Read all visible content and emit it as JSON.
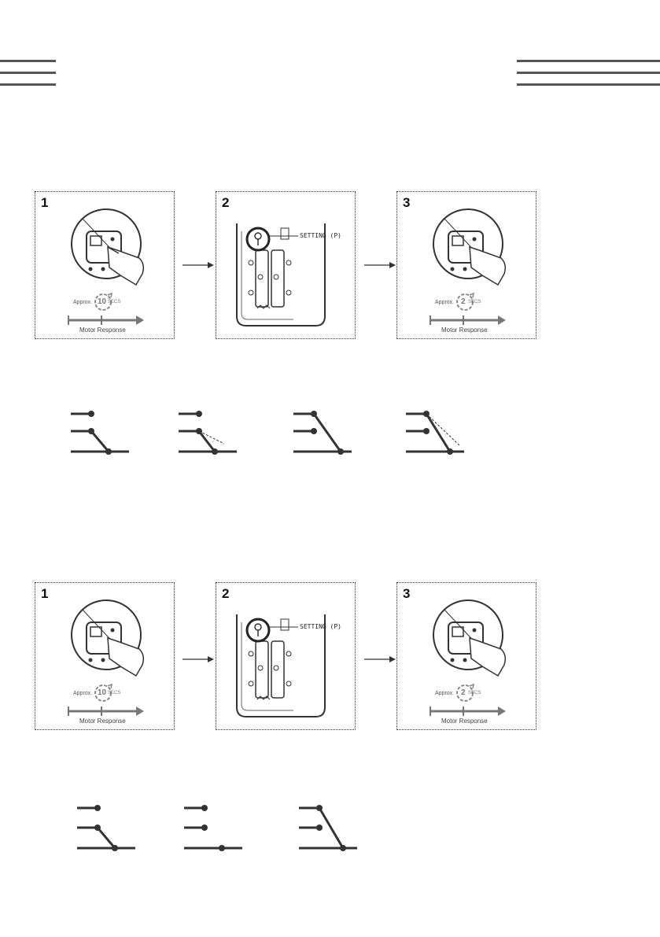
{
  "sections": [
    {
      "steps": [
        {
          "number": "1",
          "approx_label": "Approx.",
          "seconds": "10",
          "secs_unit": "SECS",
          "response_label": "Motor Response"
        },
        {
          "number": "2",
          "setting_label": "SETTING (P)"
        },
        {
          "number": "3",
          "approx_label": "Approx.",
          "seconds": "2",
          "secs_unit": "SECS",
          "response_label": "Motor Response"
        }
      ]
    },
    {
      "steps": [
        {
          "number": "1",
          "approx_label": "Approx.",
          "seconds": "10",
          "secs_unit": "SECS",
          "response_label": "Motor Response"
        },
        {
          "number": "2",
          "setting_label": "SETTING (P)"
        },
        {
          "number": "3",
          "approx_label": "Approx.",
          "seconds": "2",
          "secs_unit": "SECS",
          "response_label": "Motor Response"
        }
      ]
    }
  ],
  "colors": {
    "line": "#333333",
    "deco": "#555555",
    "response": "#777777"
  }
}
